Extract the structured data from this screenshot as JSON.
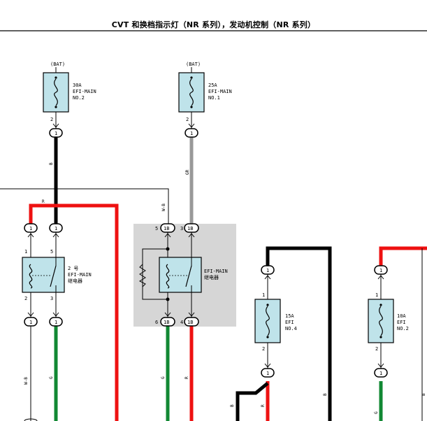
{
  "title": "CVT 和换档指示灯（NR 系列），发动机控制（NR 系列）",
  "fuses": [
    {
      "source": "(BAT)",
      "amp": "30A",
      "name": "EFI-MAIN",
      "no": "NO.2",
      "pin_top": "",
      "pin_bottom": "2",
      "conn_bottom": "1"
    },
    {
      "source": "(BAT)",
      "amp": "25A",
      "name": "EFI-MAIN",
      "no": "NO.1",
      "pin_top": "",
      "pin_bottom": "2",
      "conn_bottom": "1"
    },
    {
      "source": "",
      "amp": "15A",
      "name": "EFI",
      "no": "NO.4",
      "pin_top": "1",
      "pin_bottom": "2",
      "conn_top": "1",
      "conn_bottom": "1"
    },
    {
      "source": "",
      "amp": "10A",
      "name": "EFI",
      "no": "NO.2",
      "pin_top": "1",
      "pin_bottom": "2",
      "conn_top": "1",
      "conn_bottom": "1"
    }
  ],
  "relays": [
    {
      "line1": "2 号",
      "line2": "EFI-MAIN",
      "line3": "继电器",
      "pins": [
        "1",
        "5",
        "2",
        "3"
      ],
      "conns": [
        "1",
        "1",
        "1",
        "1"
      ]
    },
    {
      "line1": "EFI-MAIN",
      "line2": "继电器",
      "pins": [
        "5",
        "3",
        "6",
        "4"
      ],
      "conns": [
        "1B",
        "1B",
        "1B",
        "1B"
      ]
    }
  ],
  "wire_labels": {
    "b_main": "B",
    "gr": "GR",
    "r_top": "R",
    "wb": "W-B",
    "wb2": "W-B",
    "g1": "G",
    "g2": "G",
    "r1": "R",
    "b_right": "B",
    "b_bottom": "B",
    "r_bottom": "R",
    "g_bottom": "G",
    "b_far": "B"
  },
  "colors": {
    "black_wire": "#000000",
    "red_wire": "#ee1111",
    "green_wire": "#118833",
    "gray_wire": "#999999",
    "component_fill": "#bfe3ea",
    "relay_box": "#d6d6d6"
  }
}
